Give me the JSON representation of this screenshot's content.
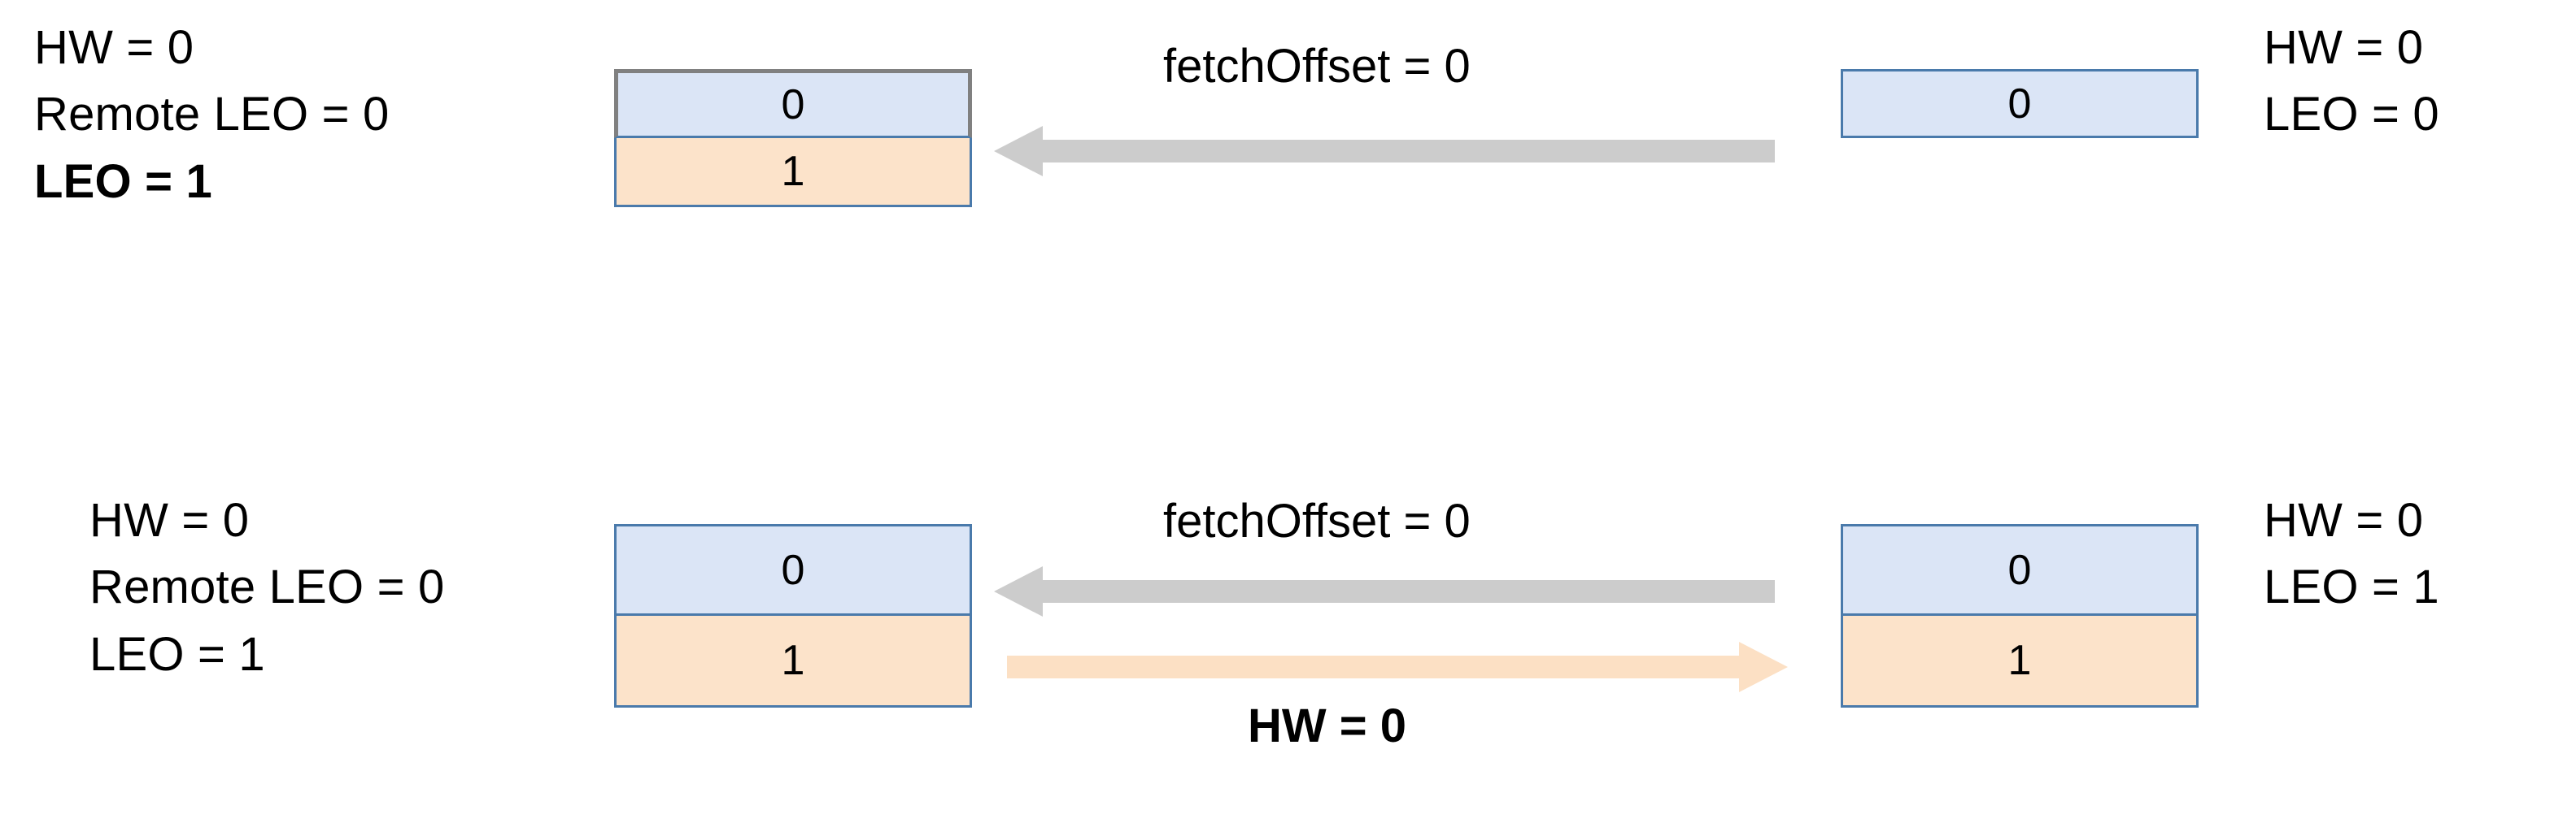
{
  "diagram": {
    "title": "Kafka replication HW/LEO propagation",
    "colors": {
      "cell_blue_fill": "#dbe5f6",
      "cell_orange_fill": "#fce3ca",
      "cell_border_blue": "#4a7aab",
      "cell_border_gray": "#808080",
      "arrow_gray": "#cccccc",
      "arrow_orange": "#fce0c4",
      "text": "#000000",
      "background": "#ffffff"
    },
    "rows": [
      {
        "id": "row-top",
        "leader_label": {
          "lines": [
            {
              "text": "HW = 0",
              "bold": false
            },
            {
              "text": "Remote LEO = 0",
              "bold": false
            },
            {
              "text": "LEO = 1",
              "bold": true
            }
          ]
        },
        "leader_box": {
          "cells": [
            {
              "value": "0",
              "fill": "blue",
              "border": "gray"
            },
            {
              "value": "1",
              "fill": "orange",
              "border": "blue"
            }
          ]
        },
        "arrows": [
          {
            "id": "fetch-request-top",
            "direction": "left",
            "color": "gray",
            "caption": "fetchOffset = 0",
            "caption_position": "above",
            "caption_bold": false
          }
        ],
        "follower_box": {
          "cells": [
            {
              "value": "0",
              "fill": "blue",
              "border": "blue"
            }
          ]
        },
        "follower_label": {
          "lines": [
            {
              "text": "HW = 0",
              "bold": false
            },
            {
              "text": "LEO = 0",
              "bold": false
            }
          ]
        }
      },
      {
        "id": "row-bottom",
        "leader_label": {
          "lines": [
            {
              "text": "HW = 0",
              "bold": false
            },
            {
              "text": "Remote LEO = 0",
              "bold": false
            },
            {
              "text": "LEO = 1",
              "bold": false
            }
          ]
        },
        "leader_box": {
          "cells": [
            {
              "value": "0",
              "fill": "blue",
              "border": "blue"
            },
            {
              "value": "1",
              "fill": "orange",
              "border": "blue"
            }
          ]
        },
        "arrows": [
          {
            "id": "fetch-request-bottom",
            "direction": "left",
            "color": "gray",
            "caption": "fetchOffset = 0",
            "caption_position": "above",
            "caption_bold": false
          },
          {
            "id": "fetch-response-bottom",
            "direction": "right",
            "color": "orange",
            "caption": "HW = 0",
            "caption_position": "below",
            "caption_bold": true
          }
        ],
        "follower_box": {
          "cells": [
            {
              "value": "0",
              "fill": "blue",
              "border": "blue"
            },
            {
              "value": "1",
              "fill": "orange",
              "border": "blue"
            }
          ]
        },
        "follower_label": {
          "lines": [
            {
              "text": "HW = 0",
              "bold": false
            },
            {
              "text": "LEO = 1",
              "bold": false
            }
          ]
        }
      }
    ]
  }
}
